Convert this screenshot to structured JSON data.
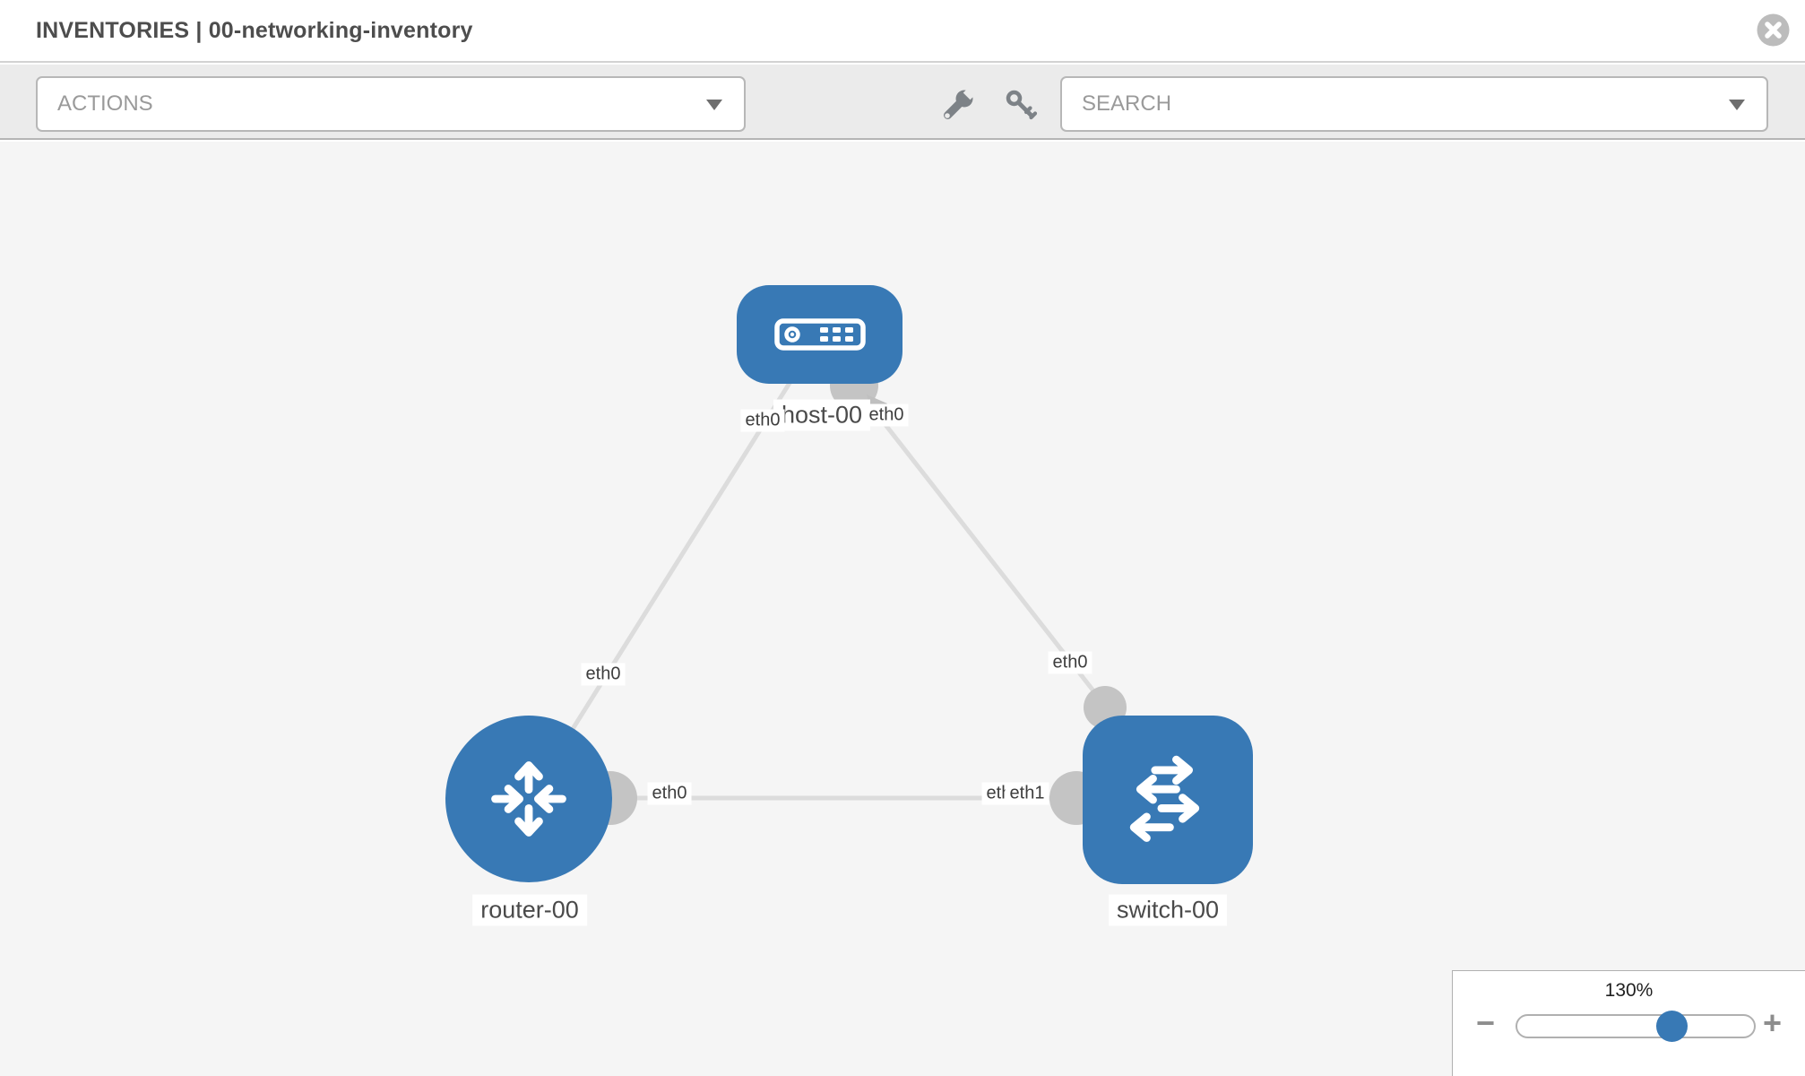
{
  "header": {
    "title": "INVENTORIES | 00-networking-inventory",
    "close_icon": "x-circle-icon"
  },
  "toolbar": {
    "actions_label": "ACTIONS",
    "search_label": "SEARCH",
    "icons": [
      "wrench-icon",
      "key-icon",
      "chevron-down-icon"
    ]
  },
  "canvas": {
    "nodes": [
      {
        "label": "host-00",
        "type": "host",
        "icon": "server-icon"
      },
      {
        "label": "router-00",
        "type": "router",
        "icon": "route-arrows-icon"
      },
      {
        "label": "switch-00",
        "type": "switch",
        "icon": "switch-arrows-icon"
      }
    ],
    "links": [
      {
        "source": "host-00",
        "target": "router-00",
        "source_interface": "eth0",
        "target_interface": "eth0"
      },
      {
        "source": "host-00",
        "target": "switch-00",
        "source_interface": "eth0",
        "target_interface": "eth0"
      },
      {
        "source": "router-00",
        "target": "switch-00",
        "source_interface": "eth0",
        "target_interface": "eth1"
      }
    ],
    "interface_labels": [
      {
        "text": "eth0"
      },
      {
        "text": "eth0"
      },
      {
        "text": "eth0"
      },
      {
        "text": "eth0"
      },
      {
        "text": "eth0"
      },
      {
        "text": "eth0"
      },
      {
        "text": "eth1"
      }
    ]
  },
  "zoom_control": {
    "value": "130%",
    "minus_label": "−",
    "plus_label": "+",
    "slider_percent": 65
  },
  "colors": {
    "node_blue": "#3879b5",
    "link_gray": "#dcdcdc",
    "port_gray": "#c4c4c4",
    "canvas_bg": "#f5f5f5",
    "toolbar_bg": "#ebebeb"
  }
}
